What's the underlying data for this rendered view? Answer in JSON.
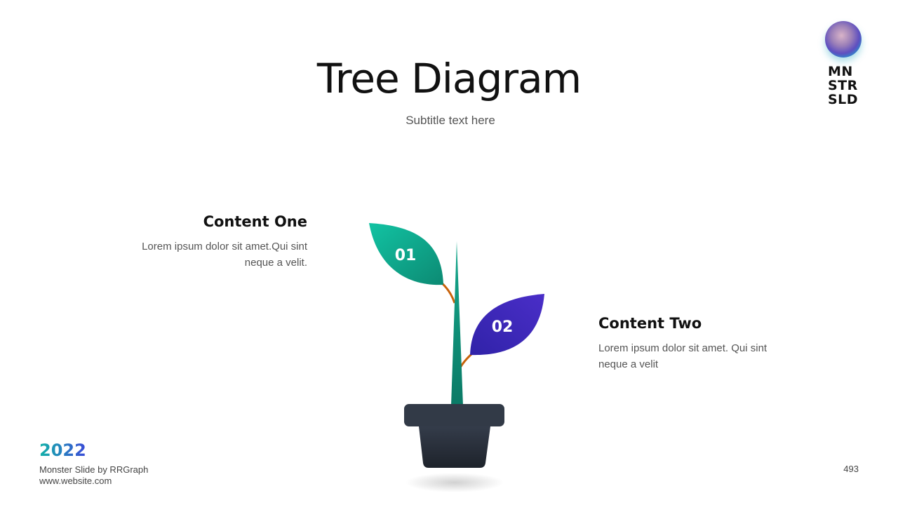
{
  "slide": {
    "title": "Tree Diagram",
    "subtitle": "Subtitle text here"
  },
  "logo": {
    "text": "MN\nSTR\nSLD"
  },
  "items": [
    {
      "number": "01",
      "heading": "Content One",
      "body": "Lorem ipsum dolor sit amet.Qui  sint neque a velit.",
      "color": "#13a889"
    },
    {
      "number": "02",
      "heading": "Content Two",
      "body": "Lorem ipsum dolor sit amet. Qui sint neque a velit",
      "color": "#3a2ab8"
    }
  ],
  "footer": {
    "year": "2022",
    "credit": "Monster Slide  by RRGraph",
    "website": "www.website.com",
    "page_number": "493"
  },
  "colors": {
    "stem": "#0e8a73",
    "branch": "#c8620a",
    "pot": "#2c3340"
  }
}
